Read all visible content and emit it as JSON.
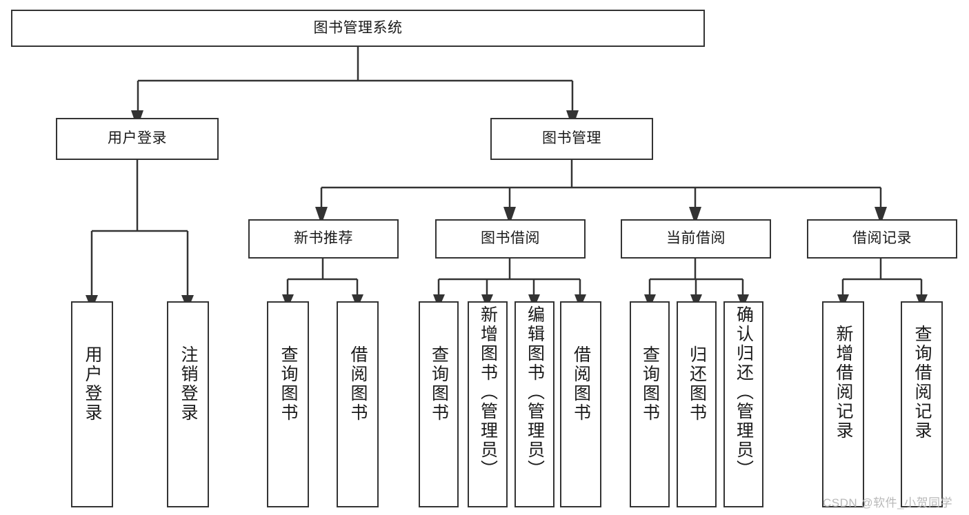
{
  "diagram": {
    "type": "tree",
    "title": "图书管理系统",
    "root": {
      "label": "图书管理系统"
    },
    "level2": [
      {
        "label": "用户登录"
      },
      {
        "label": "图书管理"
      }
    ],
    "level3": [
      {
        "label": "新书推荐"
      },
      {
        "label": "图书借阅"
      },
      {
        "label": "当前借阅"
      },
      {
        "label": "借阅记录"
      }
    ],
    "leaves_user_login": [
      {
        "label": "用户登录"
      },
      {
        "label": "注销登录"
      }
    ],
    "leaves_new_book": [
      {
        "label": "查询图书"
      },
      {
        "label": "借阅图书"
      }
    ],
    "leaves_borrow": [
      {
        "label": "查询图书"
      },
      {
        "label": "新增图书（管理员）"
      },
      {
        "label": "编辑图书（管理员）"
      },
      {
        "label": "借阅图书"
      }
    ],
    "leaves_current": [
      {
        "label": "查询图书"
      },
      {
        "label": "归还图书"
      },
      {
        "label": "确认归还（管理员）"
      }
    ],
    "leaves_record": [
      {
        "label": "新增借阅记录"
      },
      {
        "label": "查询借阅记录"
      }
    ],
    "watermark": "CSDN @软件_小贺同学",
    "colors": {
      "stroke": "#333333",
      "text": "#1a1a1a",
      "background": "#ffffff",
      "watermark": "#b9b9b9"
    }
  }
}
